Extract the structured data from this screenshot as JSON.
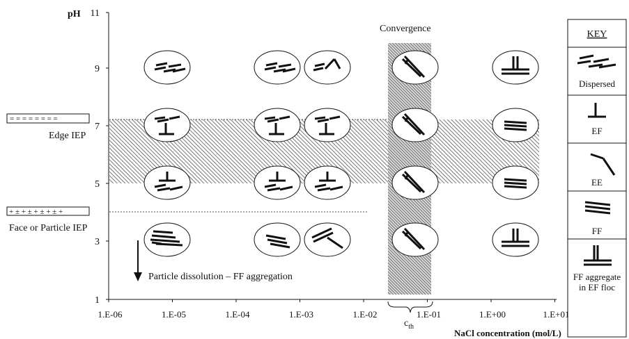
{
  "y_axis": {
    "title": "pH",
    "ticks": [
      "11",
      "9",
      "7",
      "5",
      "3",
      "1"
    ]
  },
  "x_axis": {
    "title": "NaCl  concentration (mol/L)",
    "ticks": [
      "1.E-06",
      "1.E-05",
      "1.E-04",
      "1.E-03",
      "1.E-02",
      "1.E-01",
      "1.E+00",
      "1.E+01"
    ]
  },
  "annotations": {
    "convergence": "Convergence",
    "cth": "c",
    "cth_sub": "th",
    "edge_iep": "Edge IEP",
    "edge_iep_signs": "= = = = = = = =",
    "face_iep": "Face or Particle IEP",
    "face_iep_signs": "+ ± + ± + ± + ± +",
    "dissolution": "Particle dissolution – FF aggregation"
  },
  "key": {
    "title": "KEY",
    "items": [
      {
        "label": "Dispersed",
        "icon": "dispersed-plates-icon"
      },
      {
        "label": "EF",
        "icon": "edge-face-icon"
      },
      {
        "label": "EE",
        "icon": "edge-edge-icon"
      },
      {
        "label": "FF",
        "icon": "face-face-icon"
      },
      {
        "label": "FF aggregate in EF floc",
        "label_line1": "FF aggregate",
        "label_line2": "in EF floc",
        "icon": "ff-aggregate-ef-floc-icon"
      }
    ]
  },
  "colors": {
    "ink": "#111111",
    "hatch": "#555555",
    "background": "#ffffff"
  }
}
